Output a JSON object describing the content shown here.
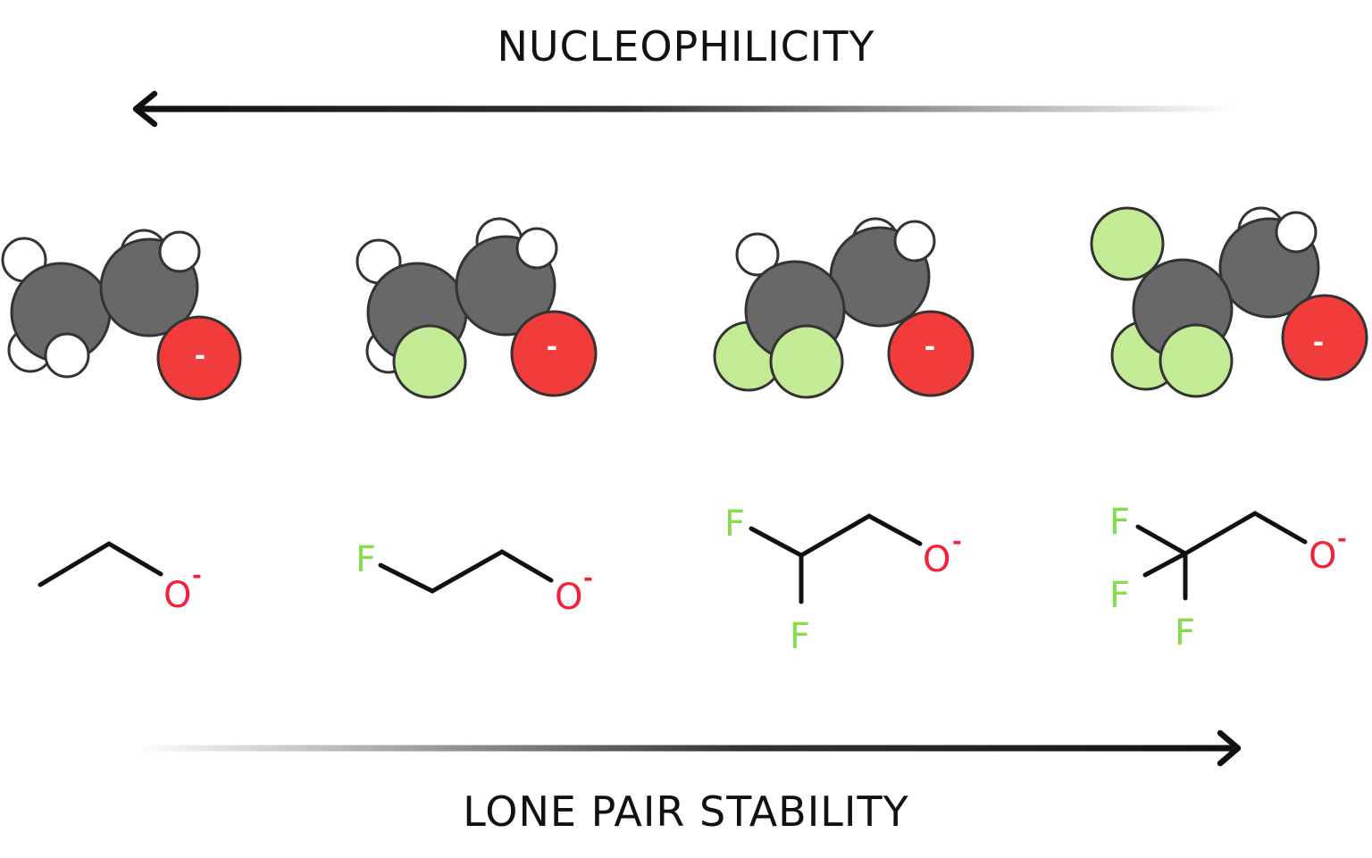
{
  "top_label": "NUCLEOPHILICITY",
  "bottom_label": "LONE PAIR STABILITY",
  "top_arrow_direction": "left",
  "bottom_arrow_direction": "right",
  "colors": {
    "carbon": "#686868",
    "hydrogen": "#ffffff",
    "fluorine_atom": "#c3eb96",
    "oxygen_atom": "#f23b3b",
    "fluorine_label": "#86dc4e",
    "oxygen_label": "#f2223a",
    "arrow": "#111111"
  },
  "molecule_charge_symbol": "-",
  "structures": [
    {
      "fluorine_count": 0,
      "fluorine_labels": [],
      "oxygen_label": "O",
      "charge": "-"
    },
    {
      "fluorine_count": 1,
      "fluorine_labels": [
        "F"
      ],
      "oxygen_label": "O",
      "charge": "-"
    },
    {
      "fluorine_count": 2,
      "fluorine_labels": [
        "F",
        "F"
      ],
      "oxygen_label": "O",
      "charge": "-"
    },
    {
      "fluorine_count": 3,
      "fluorine_labels": [
        "F",
        "F",
        "F"
      ],
      "oxygen_label": "O",
      "charge": "-"
    }
  ]
}
